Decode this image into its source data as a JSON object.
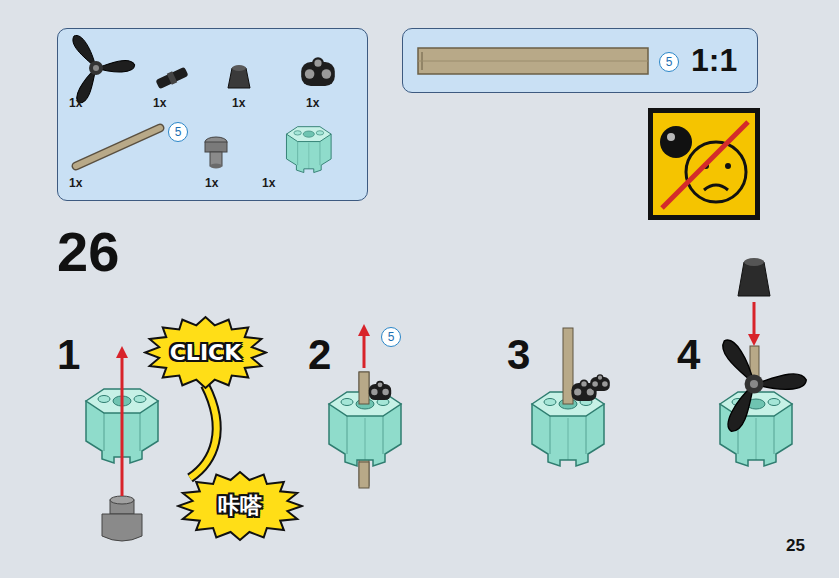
{
  "diagram": {
    "nodes": [
      {
        "text": [
          "1x",
          "1x",
          "1x",
          "1x",
          "1x",
          "1x",
          "1x"
        ]
      },
      {
        "text": [
          "5"
        ],
        "in": 0
      },
      {
        "text": [
          "1:1"
        ]
      },
      {
        "text": [
          "5"
        ],
        "in": 2
      },
      {
        "text": [
          "CLICK"
        ]
      },
      {
        "text": [
          "咔嗒"
        ]
      },
      {
        "text": [
          "5"
        ]
      }
    ],
    "labels": [
      "26",
      "1",
      "2",
      "3",
      "4",
      "25"
    ]
  }
}
